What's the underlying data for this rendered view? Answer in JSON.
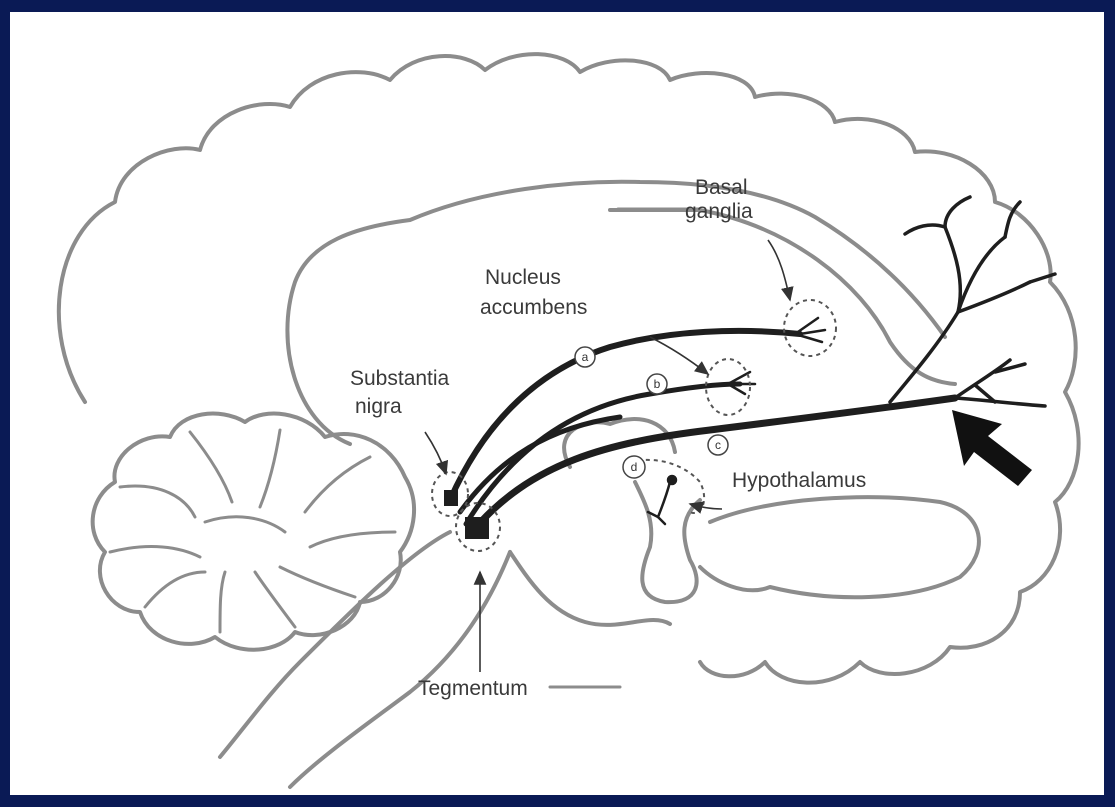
{
  "labels": {
    "basal_ganglia_line1": "Basal",
    "basal_ganglia_line2": "ganglia",
    "nucleus_accumbens_line1": "Nucleus",
    "nucleus_accumbens_line2": "accumbens",
    "substantia_nigra_line1": "Substantia",
    "substantia_nigra_line2": "nigra",
    "hypothalamus": "Hypothalamus",
    "tegmentum": "Tegmentum"
  },
  "markers": {
    "a": "a",
    "b": "b",
    "c": "c",
    "d": "d"
  },
  "colors": {
    "frame": "#0a1a55",
    "background": "#ffffff",
    "outline": "#8c8c8c",
    "tracts": "#1e1e1e"
  }
}
